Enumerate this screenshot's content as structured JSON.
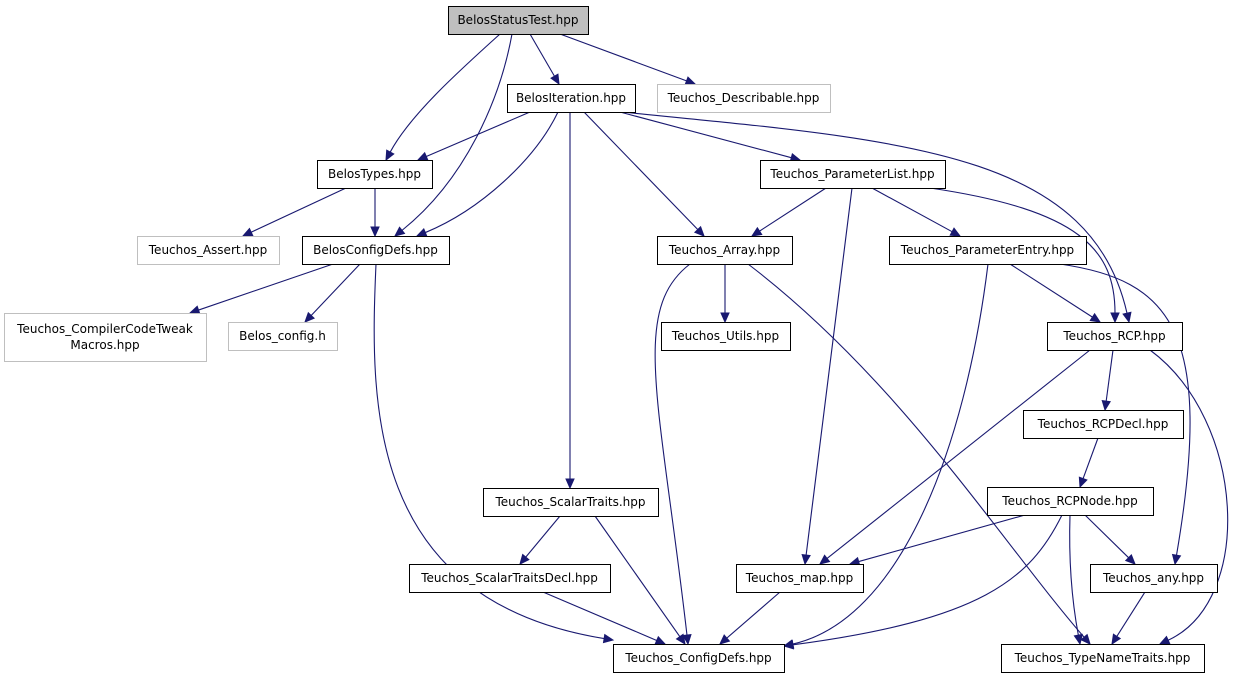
{
  "diagram": {
    "nodes": [
      {
        "id": "status",
        "lines": [
          "BelosStatusTest.hpp"
        ],
        "kind": "root"
      },
      {
        "id": "iteration",
        "lines": [
          "BelosIteration.hpp"
        ],
        "kind": "doc"
      },
      {
        "id": "describable",
        "lines": [
          "Teuchos_Describable.hpp"
        ],
        "kind": "ext"
      },
      {
        "id": "types",
        "lines": [
          "BelosTypes.hpp"
        ],
        "kind": "doc"
      },
      {
        "id": "paramlist",
        "lines": [
          "Teuchos_ParameterList.hpp"
        ],
        "kind": "doc"
      },
      {
        "id": "assert",
        "lines": [
          "Teuchos_Assert.hpp"
        ],
        "kind": "ext"
      },
      {
        "id": "configdefs",
        "lines": [
          "BelosConfigDefs.hpp"
        ],
        "kind": "doc"
      },
      {
        "id": "array",
        "lines": [
          "Teuchos_Array.hpp"
        ],
        "kind": "doc"
      },
      {
        "id": "paramentry",
        "lines": [
          "Teuchos_ParameterEntry.hpp"
        ],
        "kind": "doc"
      },
      {
        "id": "compiler",
        "lines": [
          "Teuchos_CompilerCodeTweak",
          "Macros.hpp"
        ],
        "kind": "ext"
      },
      {
        "id": "belosconfig",
        "lines": [
          "Belos_config.h"
        ],
        "kind": "ext"
      },
      {
        "id": "utils",
        "lines": [
          "Teuchos_Utils.hpp"
        ],
        "kind": "doc"
      },
      {
        "id": "rcp",
        "lines": [
          "Teuchos_RCP.hpp"
        ],
        "kind": "doc"
      },
      {
        "id": "rcpdecl",
        "lines": [
          "Teuchos_RCPDecl.hpp"
        ],
        "kind": "doc"
      },
      {
        "id": "scalartraits",
        "lines": [
          "Teuchos_ScalarTraits.hpp"
        ],
        "kind": "doc"
      },
      {
        "id": "rcpnode",
        "lines": [
          "Teuchos_RCPNode.hpp"
        ],
        "kind": "doc"
      },
      {
        "id": "scalartraitsdecl",
        "lines": [
          "Teuchos_ScalarTraitsDecl.hpp"
        ],
        "kind": "doc"
      },
      {
        "id": "map",
        "lines": [
          "Teuchos_map.hpp"
        ],
        "kind": "doc"
      },
      {
        "id": "any",
        "lines": [
          "Teuchos_any.hpp"
        ],
        "kind": "doc"
      },
      {
        "id": "teuchosconfig",
        "lines": [
          "Teuchos_ConfigDefs.hpp"
        ],
        "kind": "doc"
      },
      {
        "id": "typenametraits",
        "lines": [
          "Teuchos_TypeNameTraits.hpp"
        ],
        "kind": "doc"
      }
    ],
    "edges": [
      {
        "from": "status",
        "to": "iteration"
      },
      {
        "from": "status",
        "to": "describable"
      },
      {
        "from": "status",
        "to": "types"
      },
      {
        "from": "status",
        "to": "configdefs"
      },
      {
        "from": "iteration",
        "to": "types"
      },
      {
        "from": "iteration",
        "to": "configdefs"
      },
      {
        "from": "iteration",
        "to": "paramlist"
      },
      {
        "from": "iteration",
        "to": "array"
      },
      {
        "from": "iteration",
        "to": "scalartraits"
      },
      {
        "from": "iteration",
        "to": "rcp"
      },
      {
        "from": "types",
        "to": "assert"
      },
      {
        "from": "types",
        "to": "configdefs"
      },
      {
        "from": "configdefs",
        "to": "compiler"
      },
      {
        "from": "configdefs",
        "to": "belosconfig"
      },
      {
        "from": "configdefs",
        "to": "teuchosconfig"
      },
      {
        "from": "paramlist",
        "to": "array"
      },
      {
        "from": "paramlist",
        "to": "paramentry"
      },
      {
        "from": "paramlist",
        "to": "rcp"
      },
      {
        "from": "paramlist",
        "to": "map"
      },
      {
        "from": "array",
        "to": "utils"
      },
      {
        "from": "array",
        "to": "teuchosconfig"
      },
      {
        "from": "array",
        "to": "typenametraits"
      },
      {
        "from": "paramentry",
        "to": "rcp"
      },
      {
        "from": "paramentry",
        "to": "any"
      },
      {
        "from": "paramentry",
        "to": "teuchosconfig"
      },
      {
        "from": "rcp",
        "to": "rcpdecl"
      },
      {
        "from": "rcp",
        "to": "map"
      },
      {
        "from": "rcp",
        "to": "typenametraits"
      },
      {
        "from": "rcpdecl",
        "to": "rcpnode"
      },
      {
        "from": "rcpnode",
        "to": "map"
      },
      {
        "from": "rcpnode",
        "to": "any"
      },
      {
        "from": "rcpnode",
        "to": "teuchosconfig"
      },
      {
        "from": "rcpnode",
        "to": "typenametraits"
      },
      {
        "from": "scalartraits",
        "to": "scalartraitsdecl"
      },
      {
        "from": "scalartraits",
        "to": "teuchosconfig"
      },
      {
        "from": "scalartraitsdecl",
        "to": "teuchosconfig"
      },
      {
        "from": "map",
        "to": "teuchosconfig"
      },
      {
        "from": "any",
        "to": "typenametraits"
      }
    ],
    "colors": {
      "edge": "#191970",
      "root_fill": "#bfbfbf",
      "doc_border": "#000000",
      "ext_border": "#bfbfbf"
    }
  }
}
